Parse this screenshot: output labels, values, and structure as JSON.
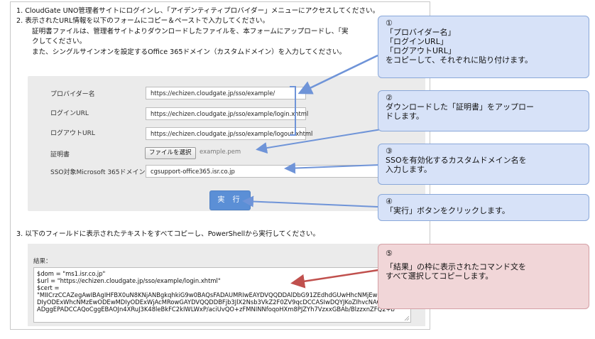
{
  "instructions": {
    "step1": "1. CloudGate UNO管理者サイトにログインし、「アイデンティティプロバイダー」メニューにアクセスしてください。",
    "step2_line1": "2. 表示されたURL情報を以下のフォームにコピー＆ペーストで入力してください。",
    "step2_line2": "証明書ファイルは、管理者サイトよりダウンロードしたファイルを、本フォームにアップロードし、「実",
    "step2_line3": "クしてください。",
    "step2_line4": "また、シングルサインオンを設定するOffice 365ドメイン（カスタムドメイン）を入力してください。",
    "step3": "3. 以下のフィールドに表示されたテキストをすべてコピーし、PowerShellから実行してください。"
  },
  "form": {
    "provider_name_label": "プロバイダー名",
    "provider_name_value": "https://echizen.cloudgate.jp/sso/example/",
    "login_url_label": "ログインURL",
    "login_url_value": "https://echizen.cloudgate.jp/sso/example/login.xhtml",
    "logout_url_label": "ログアウトURL",
    "logout_url_value": "https://echizen.cloudgate.jp/sso/example/logout.xhtml",
    "certificate_label": "証明書",
    "file_button_label": "ファイルを選択",
    "file_name": "example.pem",
    "domain_label": "SSO対象Microsoft 365ドメイン",
    "domain_value": "cgsupport-office365.isr.co.jp",
    "execute_label": "実 行"
  },
  "result": {
    "label": "結果：",
    "lines": [
      "$dom = \"ms1.isr.co.jp\"",
      "$url = \"https://echizen.cloudgate.jp/sso/example/login.xhtml\"",
      "$cert =",
      "\"MIICrzCCAZegAwIBAgIHFBX0uN8KNjANBgkqhkiG9w0BAQsFADAUMRIwEAYDVQQDDAlDbG91ZEdhdGUwHhcNMjEw",
      "DIyODExWhcNMzEwODEwMDIyODExWjAcMRowGAYDVQQDDBFjb3JlX2Nsb3VkZ2F0ZV9qcDCCASIwDQYJKoZIhvcNAQ",
      "ADggEPADCCAQoCggEBAOJn4XRuJ3K48leBkFC2kIWLWxP/aciUvQO+zFMNINNfoqoHXm8PJZYh7VzxxGBAb/BlzzxnZFQ2+b"
    ]
  },
  "callouts": {
    "c1": {
      "num": "①",
      "lines": [
        "「プロバイダー名」",
        "「ログインURL」",
        "「ログアウトURL」",
        "をコピーして、それぞれに貼り付けます。"
      ]
    },
    "c2": {
      "num": "②",
      "lines": [
        "ダウンロードした「証明書」をアップロー",
        "ドします。"
      ]
    },
    "c3": {
      "num": "③",
      "lines": [
        "SSOを有効化するカスタムドメイン名を",
        "入力します。"
      ]
    },
    "c4": {
      "num": "④",
      "lines": [
        "「実行」ボタンをクリックします。"
      ]
    },
    "c5": {
      "num": "⑤",
      "lines": [
        "「結果」の枠に表示されたコマンド文を",
        "すべて選択してコピーします。"
      ]
    }
  },
  "colors": {
    "button_blue": "#5b8fd6",
    "callout_blue": "#d7e2f8",
    "callout_red": "#f1d6d8",
    "arrow_blue": "#6f94d8",
    "arrow_red": "#c0504d"
  }
}
